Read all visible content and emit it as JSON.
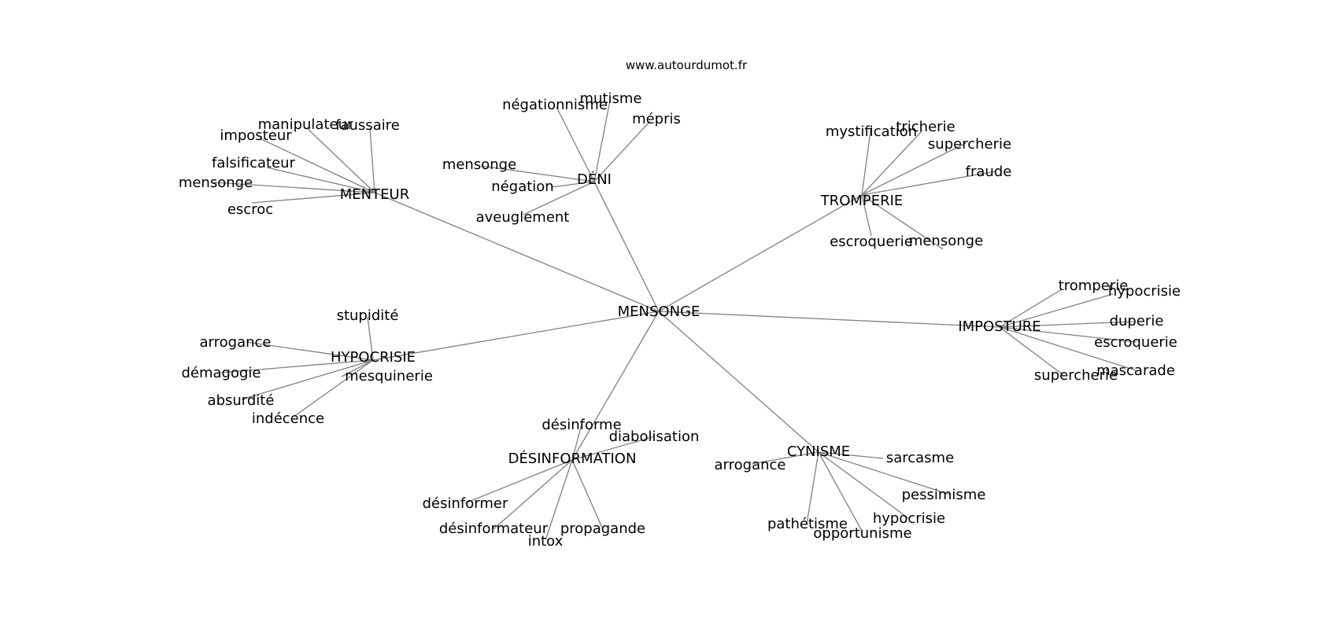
{
  "source": "www.autourdumot.fr",
  "center": "MENSONGE",
  "clusters": [
    {
      "id": "menteur",
      "label": "MENTEUR",
      "words": [
        "manipulateur",
        "faussaire",
        "imposteur",
        "falsificateur",
        "mensonge",
        "escroc"
      ]
    },
    {
      "id": "deni",
      "label": "DÉNI",
      "words": [
        "mutisme",
        "négationnisme",
        "mépris",
        "mensonge",
        "négation",
        "aveuglement"
      ]
    },
    {
      "id": "tromperie",
      "label": "TROMPERIE",
      "words": [
        "mystification",
        "tricherie",
        "supercherie",
        "fraude",
        "escroquerie",
        "mensonge"
      ]
    },
    {
      "id": "imposture",
      "label": "IMPOSTURE",
      "words": [
        "tromperie",
        "hypocrisie",
        "duperie",
        "escroquerie",
        "mascarade",
        "supercherie"
      ]
    },
    {
      "id": "hypocrisie",
      "label": "HYPOCRISIE",
      "words": [
        "stupidité",
        "arrogance",
        "démagogie",
        "mesquinerie",
        "absurdité",
        "indécence"
      ]
    },
    {
      "id": "desinformation",
      "label": "DÉSINFORMATION",
      "words": [
        "désinforme",
        "diabolisation",
        "désinformer",
        "désinformateur",
        "propagande",
        "intox"
      ]
    },
    {
      "id": "cynisme",
      "label": "CYNISME",
      "words": [
        "arrogance",
        "sarcasme",
        "pessimisme",
        "hypocrisie",
        "pathétisme",
        "opportunisme"
      ]
    }
  ]
}
